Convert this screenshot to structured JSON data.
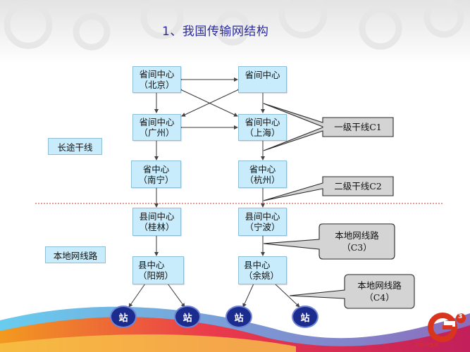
{
  "title": "1、我国传输网结构",
  "nodes": {
    "beijing": {
      "line1": "省间中心",
      "line2": "（北京）"
    },
    "top_right": {
      "line1": "省间中心"
    },
    "guangzhou": {
      "line1": "省间中心",
      "line2": "（广州）"
    },
    "shanghai": {
      "line1": "省间中心",
      "line2": "（上海）"
    },
    "nanning": {
      "line1": "省中心",
      "line2": "（南宁）"
    },
    "hangzhou": {
      "line1": "省中心",
      "line2": "（杭州）"
    },
    "guilin": {
      "line1": "县间中心",
      "line2": "（桂林）"
    },
    "ningbo": {
      "line1": "县间中心",
      "line2": "（宁波）"
    },
    "yangshuo": {
      "line1": "县中心",
      "line2": "（阳朔）"
    },
    "yuyao": {
      "line1": "县中心",
      "line2": "（余姚）"
    }
  },
  "side_labels": {
    "long_distance": "长途干线",
    "local_network": "本地网线路"
  },
  "callouts": {
    "c1": {
      "text": "一级干线C1"
    },
    "c2": {
      "text": "二级干线C2"
    },
    "c3": {
      "line1": "本地网线路",
      "line2": "（C3）"
    },
    "c4": {
      "line1": "本地网线路",
      "line2": "（C4）"
    }
  },
  "stations": [
    "站",
    "站",
    "站",
    "站"
  ],
  "logo": {
    "subtitle": "引领3G生活",
    "mark": "3"
  },
  "colors": {
    "node_fill": "#c8ecfb",
    "node_border": "#8fbfd6",
    "callout_fill": "#d4d4d4",
    "station_fill": "#1c2c8e",
    "divider": "#c8402a",
    "title": "#2a2aa0"
  }
}
